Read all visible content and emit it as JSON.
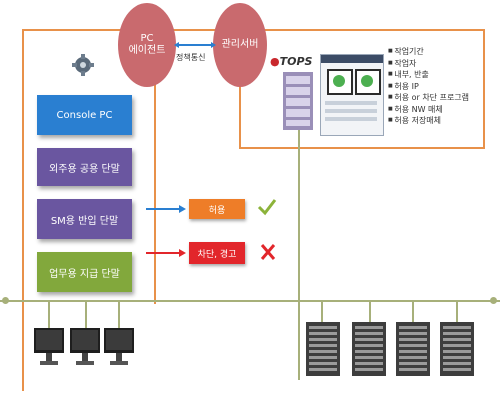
{
  "nodes": {
    "pc_agent": "PC\n에이전트",
    "mgmt_server": "관리서버",
    "policy_link": "정책통신"
  },
  "brand": {
    "logo": "TOPS"
  },
  "features": [
    "작업기간",
    "작업자",
    "내부, 반출",
    "허용 IP",
    "허용 or 차단 프로그램",
    "허용 NW 매체",
    "허용 저장매체"
  ],
  "panels": {
    "console_pc": "Console PC",
    "external": "외주용 공용 단말",
    "sm_import": "SM용 반입 단말",
    "business": "업무용 지급 단말"
  },
  "results": {
    "allow": "허용",
    "block": "차단, 경고"
  },
  "colors": {
    "border": "#e8914a",
    "circle": "#c96a6e",
    "console": "#2a7fd1",
    "purple": "#6a56a0",
    "green": "#82a83c",
    "allow": "#ee7d28",
    "block": "#e2262b",
    "check": "#8cb33a",
    "cross": "#e2262b"
  }
}
